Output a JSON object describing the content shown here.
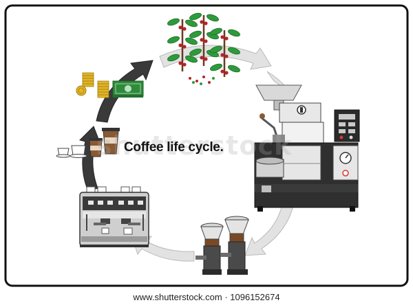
{
  "diagram": {
    "title": "Coffee life cycle.",
    "watermark": "shutterstock",
    "credit": "www.shutterstock.com · 1096152674",
    "stages": [
      {
        "name": "coffee-plant",
        "icon": "coffee-plant-icon"
      },
      {
        "name": "roaster",
        "icon": "roaster-machine-icon"
      },
      {
        "name": "grinder",
        "icon": "coffee-grinder-icon"
      },
      {
        "name": "espresso-machine",
        "icon": "espresso-machine-icon"
      },
      {
        "name": "cups",
        "icon": "coffee-cups-icon"
      },
      {
        "name": "money",
        "icon": "money-icon"
      }
    ],
    "colors": {
      "border": "#111111",
      "arrow_light": "#e2e2e2",
      "arrow_dark": "#3a3a3a",
      "leaf": "#2e9a3c",
      "berry": "#b8222a",
      "machine_dark": "#2f2f2f",
      "machine_light": "#d9d9d9",
      "coin": "#e2b629",
      "bill": "#2f8a3b"
    }
  }
}
